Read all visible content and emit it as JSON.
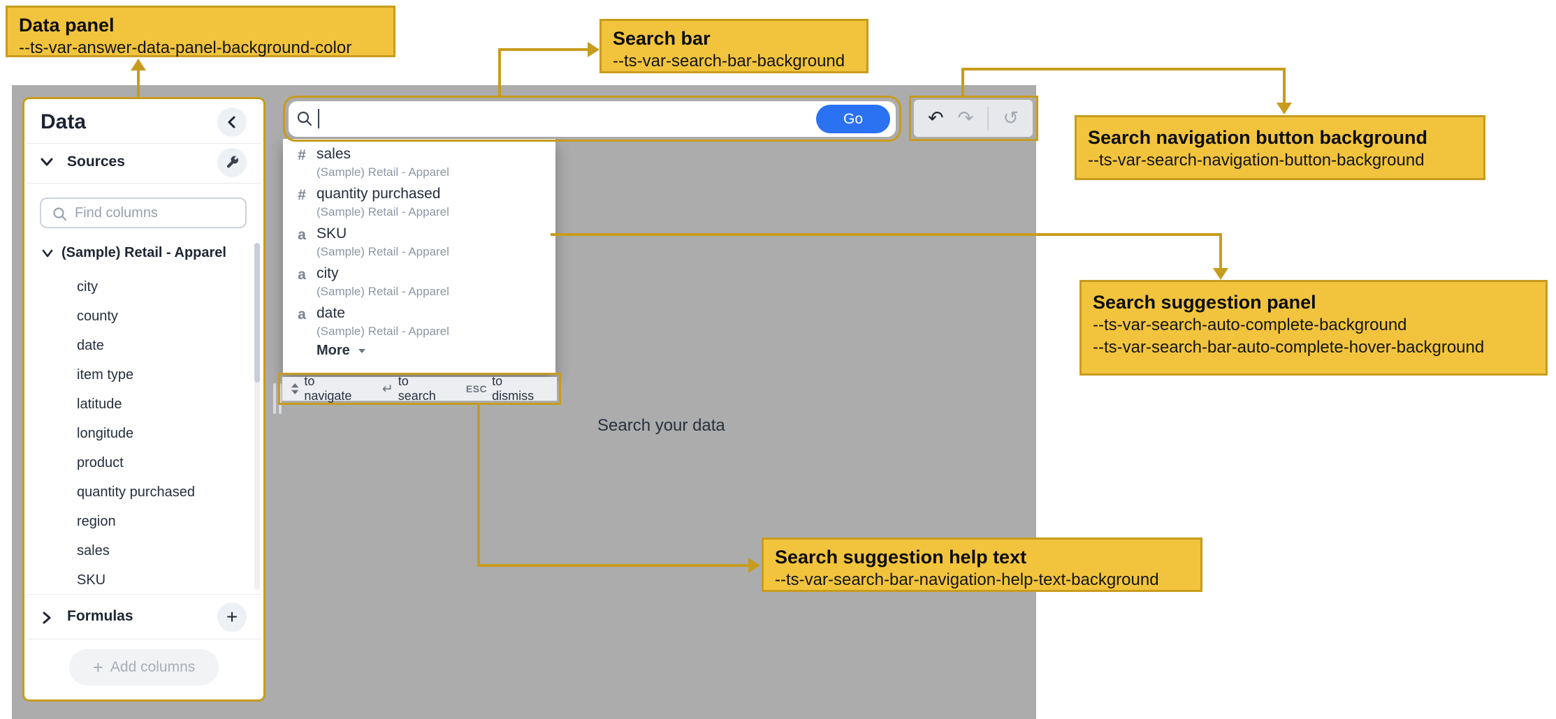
{
  "annotations": {
    "data_panel": {
      "title": "Data panel",
      "var1": "--ts-var-answer-data-panel-background-color"
    },
    "search_bar": {
      "title": "Search bar",
      "var1": "--ts-var-search-bar-background"
    },
    "nav_button": {
      "title": "Search navigation button background",
      "var1": "--ts-var-search-navigation-button-background"
    },
    "suggestion": {
      "title": "Search suggestion panel",
      "var1": "--ts-var-search-auto-complete-background",
      "var2": "--ts-var-search-bar-auto-complete-hover-background"
    },
    "help_text": {
      "title": "Search suggestion help text",
      "var1": "--ts-var-search-bar-navigation-help-text-background"
    }
  },
  "data_panel": {
    "title": "Data",
    "sources_label": "Sources",
    "find_columns_placeholder": "Find columns",
    "table_name": "(Sample) Retail - Apparel",
    "columns": [
      "city",
      "county",
      "date",
      "item type",
      "latitude",
      "longitude",
      "product",
      "quantity purchased",
      "region",
      "sales",
      "SKU"
    ],
    "formulas_label": "Formulas",
    "add_columns_label": "Add columns",
    "plus": "+"
  },
  "search": {
    "value": "",
    "go_label": "Go",
    "empty_state": "Search your data"
  },
  "suggestions": {
    "items": [
      {
        "type": "#",
        "name": "sales",
        "source": "(Sample) Retail - Apparel"
      },
      {
        "type": "#",
        "name": "quantity purchased",
        "source": "(Sample) Retail - Apparel"
      },
      {
        "type": "a",
        "name": "SKU",
        "source": "(Sample) Retail - Apparel"
      },
      {
        "type": "a",
        "name": "city",
        "source": "(Sample) Retail - Apparel"
      },
      {
        "type": "a",
        "name": "date",
        "source": "(Sample) Retail - Apparel"
      }
    ],
    "more_label": "More",
    "help": [
      {
        "icon": "updown-arrows",
        "label": "to navigate"
      },
      {
        "icon": "enter-arrow",
        "glyph": "↵",
        "label": "to search"
      },
      {
        "icon": "esc-key",
        "key": "ESC",
        "label": "to dismiss"
      }
    ]
  },
  "nav": {
    "undo_glyph": "↶",
    "redo_glyph": "↷",
    "reset_glyph": "↺"
  },
  "colors": {
    "annotation_fill": "#F2C43D",
    "annotation_border": "#C79C1E",
    "canvas_gray": "#ACACAC",
    "go_button_blue": "#2B72F2",
    "panel_white": "#FFFFFF",
    "help_bar_gray": "#ECEEF2",
    "nav_group_gray": "#E6E8EB",
    "text_dark": "#1F2533"
  }
}
